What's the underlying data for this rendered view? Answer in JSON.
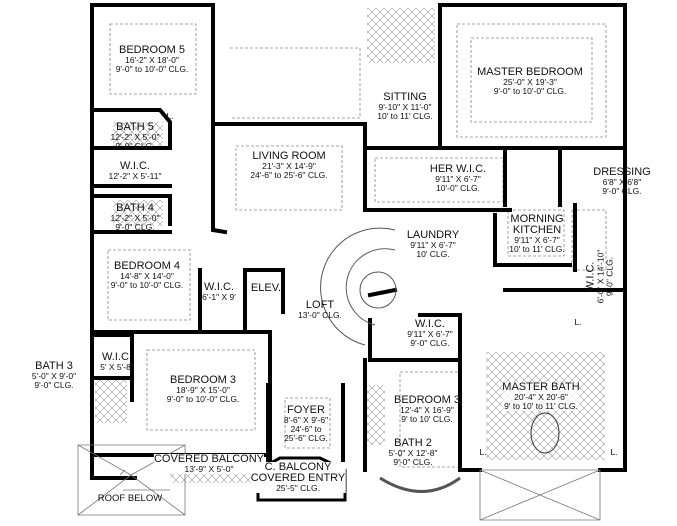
{
  "rooms": {
    "bedroom5": {
      "name": "BEDROOM 5",
      "dims": "16'-2\" X 18'-0\"",
      "clg": "9'-0\" to 10'-0\" CLG."
    },
    "bath5": {
      "name": "BATH 5",
      "dims": "12'-2\" X 5'-0\"",
      "clg": "9'-0\" CLG."
    },
    "wic_upper_left": {
      "name": "W.I.C.",
      "dims": "12'-2\" X 5'-11\""
    },
    "bath4": {
      "name": "BATH 4",
      "dims": "12'-2\" X 5'-0\"",
      "clg": "9'-0\" CLG."
    },
    "living": {
      "name": "LIVING ROOM",
      "dims": "21'-3\" X 14'-9\"",
      "clg": "24'-6\" to 25'-6\" CLG."
    },
    "sitting": {
      "name": "SITTING",
      "dims": "9'-10\" X 11'-0\"",
      "clg": "10' to 11' CLG."
    },
    "master_bedroom": {
      "name": "MASTER BEDROOM",
      "dims": "25'-0\" X 19'-3\"",
      "clg": "9'-0\" to 10'-0\" CLG."
    },
    "her_wic": {
      "name": "HER W.I.C.",
      "dims": "9'11\" X 6'-7\"",
      "clg": "10'-0\" CLG."
    },
    "dressing": {
      "name": "DRESSING",
      "dims": "6'8\" X 6'8\"",
      "clg": "9'-0\" CLG."
    },
    "morning_kitchen": {
      "name": "MORNING",
      "name2": "KITCHEN",
      "dims": "9'11\" X 6'-7\"",
      "clg": "10' to 11' CLG."
    },
    "laundry": {
      "name": "LAUNDRY",
      "dims": "9'11\" X 6'-7\"",
      "clg": "10' CLG."
    },
    "wic_master": {
      "name": "W.I.C.",
      "dims": "6'-0\" X 14'-10\"",
      "clg": "9'-0\" CLG."
    },
    "bedroom4": {
      "name": "BEDROOM 4",
      "dims": "14'-8\" X 14'-0\"",
      "clg": "9'-0\" to 10'-0\" CLG."
    },
    "wic_bed4": {
      "name": "W.I.C.",
      "dims": "6'-1\" X 9'"
    },
    "elev": {
      "name": "ELEV."
    },
    "loft": {
      "name": "LOFT",
      "clg": "13'-0\" CLG."
    },
    "wic_bath3": {
      "name": "W.I.C.",
      "dims": "5' X 5'-8\""
    },
    "bath3": {
      "name": "BATH 3",
      "dims": "5'-0\" X 9'-0\"",
      "clg": "9'-0\" CLG."
    },
    "bedroom3_left": {
      "name": "BEDROOM 3",
      "dims": "18'-9\" X 15'-0\"",
      "clg": "9'-0\" to 10'-0\" CLG."
    },
    "foyer": {
      "name": "FOYER",
      "dims": "8'-6\" X 9'-6\"",
      "clg": "24'-6\" to",
      "clg2": "25'-6\" CLG."
    },
    "covered_balcony": {
      "name": "COVERED BALCONY",
      "dims": "13'-9\" X 5'-0\""
    },
    "c_balcony": {
      "name": "C. BALCONY",
      "name2": "COVERED ENTRY",
      "clg": "25'-5\" CLG."
    },
    "roof_below": {
      "name": "ROOF BELOW"
    },
    "wic_center": {
      "name": "W.I.C.",
      "dims": "9'11\" X 6'-7\"",
      "clg": "9'-0\" CLG."
    },
    "bedroom3_right": {
      "name": "BEDROOM 3",
      "dims": "12'-4\" X 16'-9\"",
      "clg": "9' to 10' CLG."
    },
    "bath2": {
      "name": "BATH 2",
      "dims": "5'-0\" X 12'-8\"",
      "clg": "9'-0\" CLG."
    },
    "master_bath": {
      "name": "MASTER BATH",
      "dims": "20'-4\" X 20'-6\"",
      "clg": "9' to 10' to 11' CLG."
    }
  },
  "linen": "L."
}
